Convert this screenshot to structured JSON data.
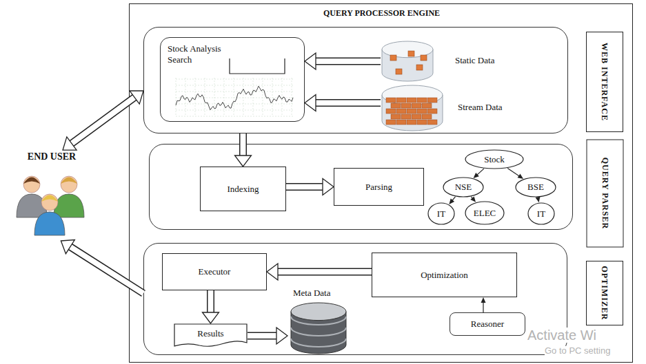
{
  "diagram": {
    "nodes": [
      {
        "text": [
          "QUERY PROCESSOR ENGINE"
        ]
      },
      {
        "text": [
          "END USER"
        ]
      },
      {
        "text": [
          "WEB INTERFACE"
        ],
        "in": 0
      },
      {
        "text": [
          "Stock Analysis Search"
        ],
        "in": 2
      },
      {
        "text": [
          "Static Data"
        ],
        "in": 2
      },
      {
        "text": [
          "Stream Data"
        ],
        "in": 2
      },
      {
        "text": [
          "QUERY PARSER"
        ],
        "in": 0
      },
      {
        "text": [
          "Indexing"
        ],
        "in": 6
      },
      {
        "text": [
          "Parsing"
        ],
        "in": 6
      },
      {
        "text": [
          "Stock"
        ],
        "in": 6
      },
      {
        "text": [
          "NSE"
        ],
        "in": 6
      },
      {
        "text": [
          "BSE"
        ],
        "in": 6
      },
      {
        "text": [
          "IT"
        ],
        "in": 6
      },
      {
        "text": [
          "ELEC"
        ],
        "in": 6
      },
      {
        "text": [
          "IT"
        ],
        "in": 6
      },
      {
        "text": [
          "OPTIMIZER"
        ],
        "in": 0
      },
      {
        "text": [
          "Executor"
        ],
        "in": 15
      },
      {
        "text": [
          "Optimization"
        ],
        "in": 15
      },
      {
        "text": [
          "Results"
        ],
        "in": 15
      },
      {
        "text": [
          "Meta Data"
        ],
        "in": 15
      },
      {
        "text": [
          "Reasoner"
        ],
        "in": 15
      }
    ],
    "edges": [
      {
        "from": 1,
        "to": 2,
        "arrow": "both"
      },
      {
        "from": 15,
        "to": 1,
        "arrow": "to"
      },
      {
        "from": 4,
        "to": 3,
        "arrow": "to"
      },
      {
        "from": 5,
        "to": 3,
        "arrow": "to"
      },
      {
        "from": 2,
        "to": 7,
        "arrow": "to"
      },
      {
        "from": 7,
        "to": 8,
        "arrow": "to"
      },
      {
        "from": 9,
        "to": 10,
        "arrow": "to"
      },
      {
        "from": 9,
        "to": 11,
        "arrow": "to"
      },
      {
        "from": 10,
        "to": 12,
        "arrow": "to"
      },
      {
        "from": 10,
        "to": 13,
        "arrow": "to"
      },
      {
        "from": 11,
        "to": 14,
        "arrow": "to"
      },
      {
        "from": 17,
        "to": 16,
        "arrow": "to"
      },
      {
        "from": 16,
        "to": 18,
        "arrow": "to"
      },
      {
        "from": 18,
        "to": 19,
        "arrow": "to"
      },
      {
        "from": 20,
        "to": 17,
        "arrow": "to"
      }
    ],
    "labels": [
      "Activate Wi",
      "Go to PC setting"
    ]
  }
}
